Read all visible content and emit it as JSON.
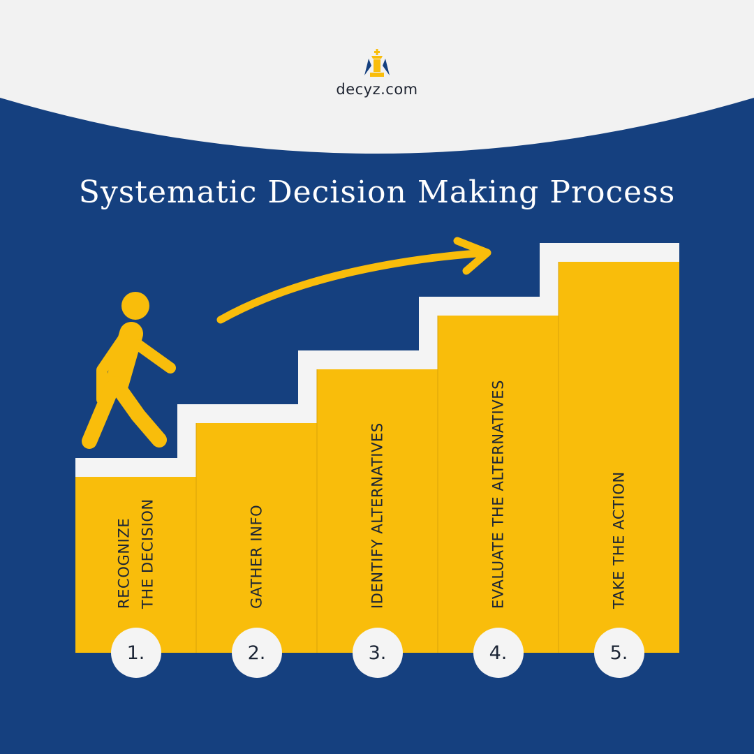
{
  "brand": {
    "site": "decyz.com",
    "logo_icon": "chess-king-icon"
  },
  "title": "Systematic Decision Making Process",
  "colors": {
    "background": "#15407f",
    "header": "#f2f2f2",
    "step_fill": "#f9bd0b",
    "step_top": "#f4f4f4",
    "accent": "#f9bd0b",
    "text": "#1c2535"
  },
  "icons": {
    "walker": "walking-person-icon",
    "arrow": "curved-arrow-icon"
  },
  "steps": [
    {
      "number": "1.",
      "label": "RECOGNIZE\nTHE DECISION"
    },
    {
      "number": "2.",
      "label": "GATHER INFO"
    },
    {
      "number": "3.",
      "label": "IDENTIFY ALTERNATIVES"
    },
    {
      "number": "4.",
      "label": "EVALUATE THE ALTERNATIVES"
    },
    {
      "number": "5.",
      "label": "TAKE THE ACTION"
    }
  ]
}
